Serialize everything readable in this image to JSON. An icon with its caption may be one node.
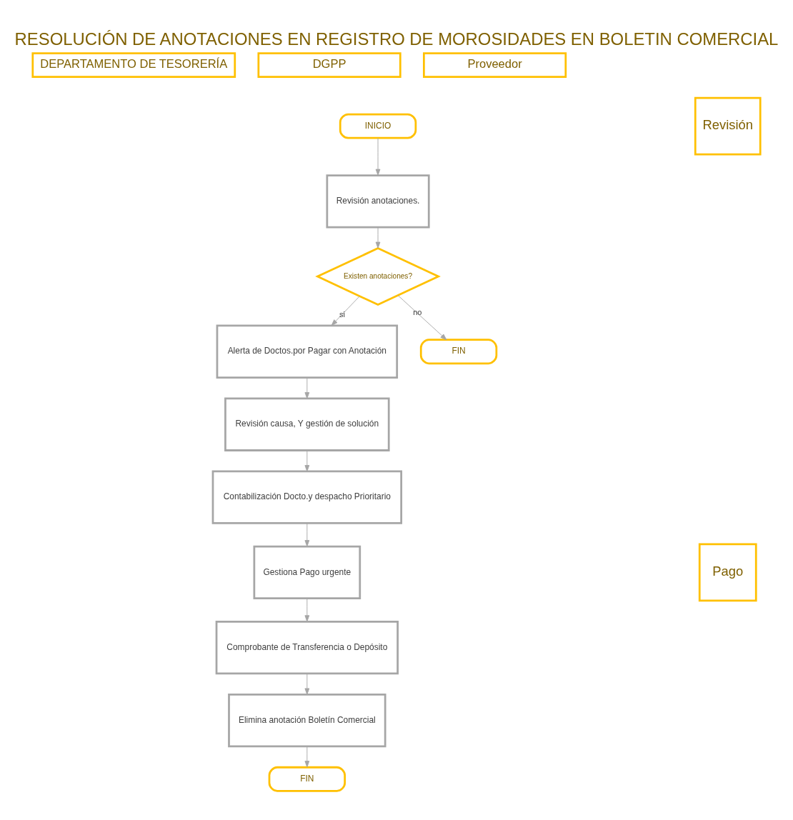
{
  "diagram": {
    "title": "RESOLUCIÓN DE ANOTACIONES EN REGISTRO DE MOROSIDADES EN BOLETIN COMERCIAL",
    "nodes": [
      {
        "text": [
          "DEPARTAMENTO DE TESORERÍA"
        ]
      },
      {
        "text": [
          "DGPP"
        ]
      },
      {
        "text": [
          "Proveedor"
        ]
      },
      {
        "text": [
          "Revisión"
        ]
      },
      {
        "text": [
          "Pago"
        ]
      },
      {
        "text": [
          "INICIO"
        ]
      },
      {
        "text": [
          "Revisión anotaciones."
        ]
      },
      {
        "text": [
          "Existen anotaciones?"
        ]
      },
      {
        "text": [
          "Alerta de Doctos.por Pagar con Anotación"
        ]
      },
      {
        "text": [
          "FIN"
        ]
      },
      {
        "text": [
          "Revisión causa, Y gestión de solución"
        ]
      },
      {
        "text": [
          "Contabilización Docto.y despacho Prioritario"
        ]
      },
      {
        "text": [
          "Gestiona Pago urgente"
        ]
      },
      {
        "text": [
          "Comprobante de Transferencia o Depósito"
        ]
      },
      {
        "text": [
          "Elimina anotación Boletín Comercial"
        ]
      },
      {
        "text": [
          "FIN"
        ]
      }
    ],
    "edges": [
      {
        "from": 5,
        "to": 6,
        "arrow": "to"
      },
      {
        "from": 6,
        "to": 7,
        "arrow": "to"
      },
      {
        "from": 7,
        "to": 8,
        "arrow": "to",
        "label": "si"
      },
      {
        "from": 7,
        "to": 9,
        "arrow": "to",
        "label": "no"
      },
      {
        "from": 8,
        "to": 10,
        "arrow": "to"
      },
      {
        "from": 10,
        "to": 11,
        "arrow": "to"
      },
      {
        "from": 11,
        "to": 12,
        "arrow": "to"
      },
      {
        "from": 12,
        "to": 13,
        "arrow": "to"
      },
      {
        "from": 13,
        "to": 14,
        "arrow": "to"
      },
      {
        "from": 14,
        "to": 15,
        "arrow": "to"
      }
    ]
  }
}
